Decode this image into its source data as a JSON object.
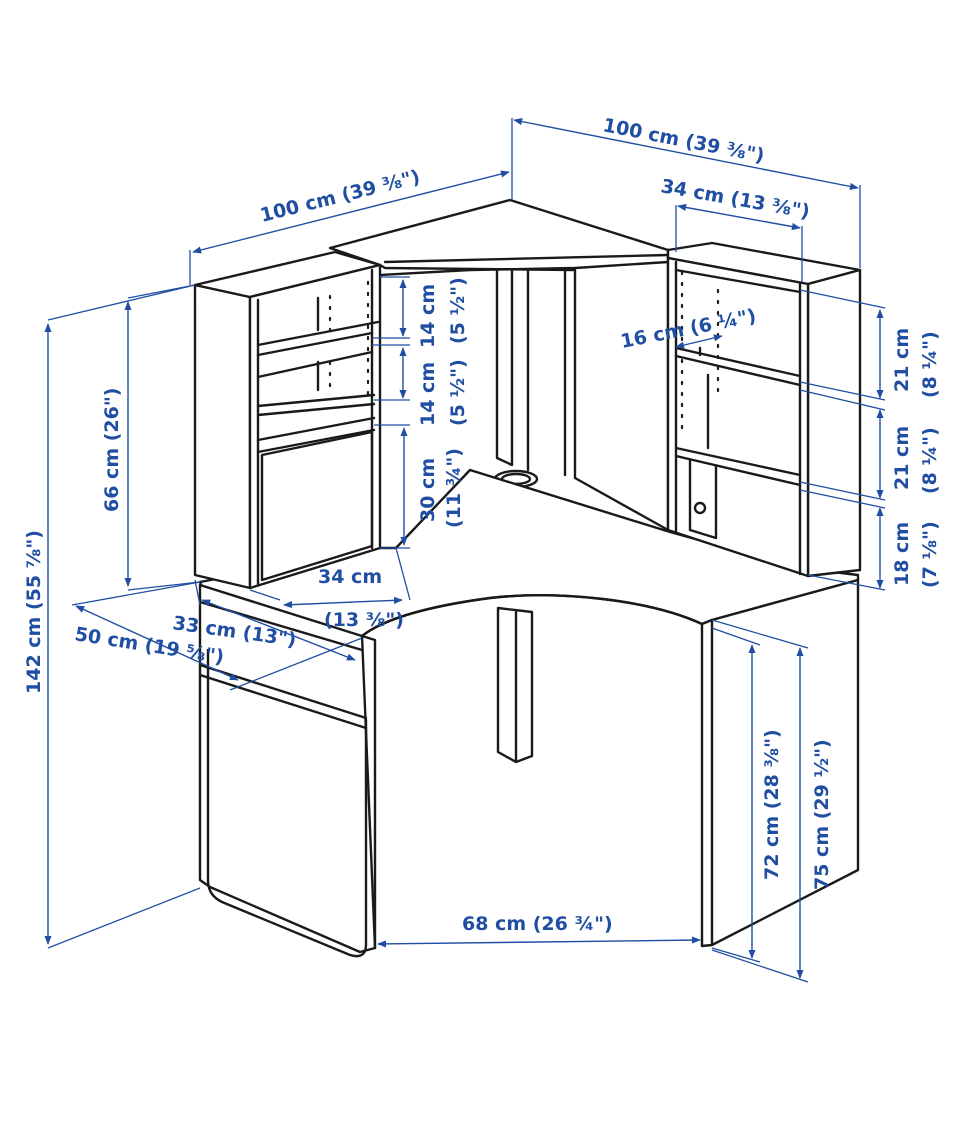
{
  "colors": {
    "line": "#1a1a1a",
    "dimension": "#1f4ea3",
    "background": "#ffffff"
  },
  "dimensions": {
    "top_left_width": "100 cm (39 ⅜\")",
    "top_right_width": "100 cm (39 ⅜\")",
    "shelf_unit_width": "34 cm (13 ⅜\")",
    "shelf_spacing_1": "14 cm",
    "shelf_spacing_2": "14 cm",
    "shelf_spacing_1_in": "(5 ½\")",
    "shelf_spacing_2_in": "(5 ½\")",
    "shelf_depth": "16 cm (6 ¼\")",
    "right_shelf_1_cm": "21 cm",
    "right_shelf_1_in": "(8 ¼\")",
    "right_shelf_2_cm": "21 cm",
    "right_shelf_2_in": "(8 ¼\")",
    "right_shelf_3_cm": "18 cm",
    "right_shelf_3_in": "(7 ⅛\")",
    "lower_compartment_cm": "30 cm",
    "lower_compartment_in": "(11 ¾\")",
    "hutch_height": "66 cm (26\")",
    "total_height": "142 cm (55 ⅞\")",
    "depth_front_cm": "34 cm",
    "depth_front_in": "(13 ⅜\")",
    "inner_depth": "33 cm (13\")",
    "desk_depth": "50 cm (19 ⅝\")",
    "knee_width": "68 cm (26 ¾\")",
    "clearance_height": "72 cm (28 ⅜\")",
    "desk_height": "75 cm (29 ½\")"
  }
}
